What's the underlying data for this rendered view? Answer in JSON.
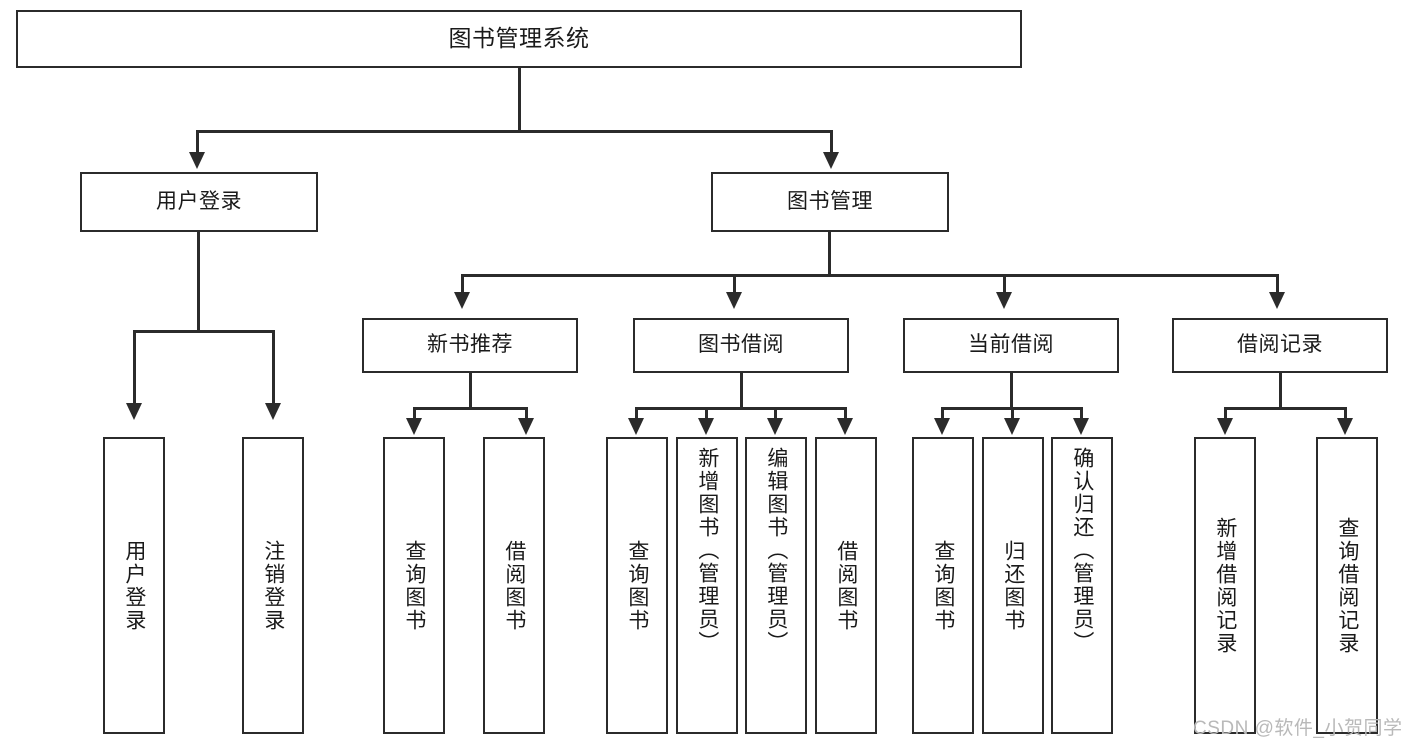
{
  "diagram": {
    "title": "图书管理系统",
    "root": {
      "label": "图书管理系统"
    },
    "level1": [
      {
        "label": "用户登录"
      },
      {
        "label": "图书管理"
      }
    ],
    "level2": [
      {
        "label": "新书推荐"
      },
      {
        "label": "图书借阅"
      },
      {
        "label": "当前借阅"
      },
      {
        "label": "借阅记录"
      }
    ],
    "leaves": {
      "user_login": [
        {
          "label": "用户登录"
        },
        {
          "label": "注销登录"
        }
      ],
      "new_book": [
        {
          "label": "查询图书"
        },
        {
          "label": "借阅图书"
        }
      ],
      "borrow_book": [
        {
          "label": "查询图书"
        },
        {
          "label": "新增图书（管理员）"
        },
        {
          "label": "编辑图书（管理员）"
        },
        {
          "label": "借阅图书"
        }
      ],
      "current_borrow": [
        {
          "label": "查询图书"
        },
        {
          "label": "归还图书"
        },
        {
          "label": "确认归还（管理员）"
        }
      ],
      "borrow_record": [
        {
          "label": "新增借阅记录"
        },
        {
          "label": "查询借阅记录"
        }
      ]
    }
  },
  "watermark": {
    "text": "CSDN @软件_小贺同学"
  },
  "colors": {
    "stroke": "#2b2b2b",
    "background": "#ffffff",
    "text": "#1a1a1a",
    "watermark": "#b9b9b9"
  }
}
